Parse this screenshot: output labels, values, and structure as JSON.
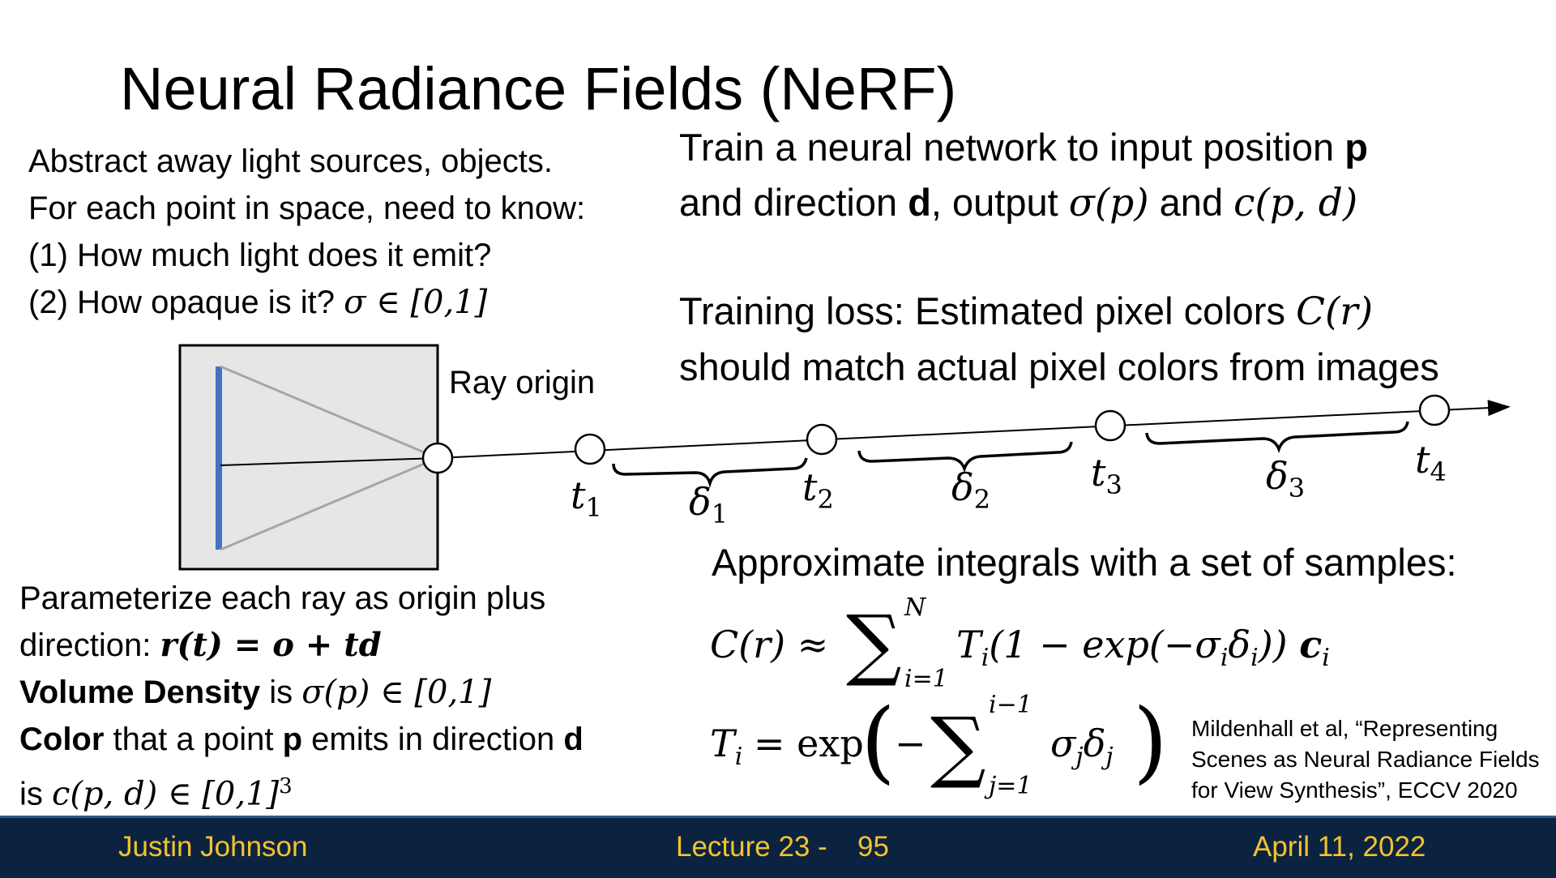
{
  "slide": {
    "title": "Neural Radiance Fields (NeRF)",
    "left_intro": {
      "line1": "Abstract away light sources, objects.",
      "line2": "For each point in space, need to know:",
      "line3": "(1) How much light does it emit?",
      "line4_text": "(2) How opaque is it? ",
      "line4_math": "σ ∈ [0,1]"
    },
    "right_intro": {
      "line1_text": "Train a neural network to input position ",
      "line1_bold": "p",
      "line2_a": "and direction ",
      "line2_bold": "d",
      "line2_b": ", output ",
      "line2_m1": "σ(p)",
      "line2_c": " and ",
      "line2_m2": "c(p, d)",
      "loss_line1_text": "Training loss: Estimated pixel colors ",
      "loss_line1_math": "C(r)",
      "loss_line2": "should match actual pixel colors from images"
    },
    "diagram": {
      "ray_origin_label": "Ray origin",
      "t_labels": [
        "t",
        "t",
        "t",
        "t"
      ],
      "t_subs": [
        "1",
        "2",
        "3",
        "4"
      ],
      "delta_labels": [
        "δ",
        "δ",
        "δ"
      ],
      "delta_subs": [
        "1",
        "2",
        "3"
      ],
      "camera_color": "#4472c4",
      "box_fill": "#e6e6e6"
    },
    "approx": {
      "heading": "Approximate integrals with a set of samples:",
      "eq1_lhs": "C(r) ≈",
      "eq1_sum_top": "N",
      "eq1_sum_bottom": "i=1",
      "eq1_rhs": "T",
      "eq1_rhs_sub": "i",
      "eq1_rhs2": "(1 − exp(−σ",
      "eq1_rhs2_sub1": "i",
      "eq1_rhs3": "δ",
      "eq1_rhs3_sub": "i",
      "eq1_rhs4": ")) ",
      "eq1_c": "c",
      "eq1_c_sub": "i",
      "eq2_lhs": "T",
      "eq2_lhs_sub": "i",
      "eq2_eq": " = exp",
      "eq2_sum_top": "i−1",
      "eq2_sum_bottom": "j=1",
      "eq2_term": "σ",
      "eq2_term_sub": "j",
      "eq2_term2": "δ",
      "eq2_term2_sub": "j"
    },
    "bottom_left": {
      "line1": "Parameterize each ray as origin plus",
      "line2_text": "direction: ",
      "line2_math": "r(t) = o + td",
      "line3_bold": "Volume Density",
      "line3_text": " is ",
      "line3_math": "σ(p) ∈ [0,1]",
      "line4_bold1": "Color",
      "line4_text1": " that a point ",
      "line4_bold2": "p",
      "line4_text2": " emits in direction ",
      "line4_bold3": "d",
      "line5_text": "is ",
      "line5_math": "c(p, d) ∈ [0,1]",
      "line5_sup": "3"
    },
    "citation": {
      "line1": "Mildenhall et al, “Representing",
      "line2": "Scenes as Neural Radiance Fields",
      "line3": "for View Synthesis”, ECCV 2020"
    }
  },
  "footer": {
    "author": "Justin Johnson",
    "lecture": "Lecture 23 -",
    "page": "95",
    "date": "April 11, 2022",
    "bg_color": "#0c2340",
    "text_color": "#f2c230"
  }
}
